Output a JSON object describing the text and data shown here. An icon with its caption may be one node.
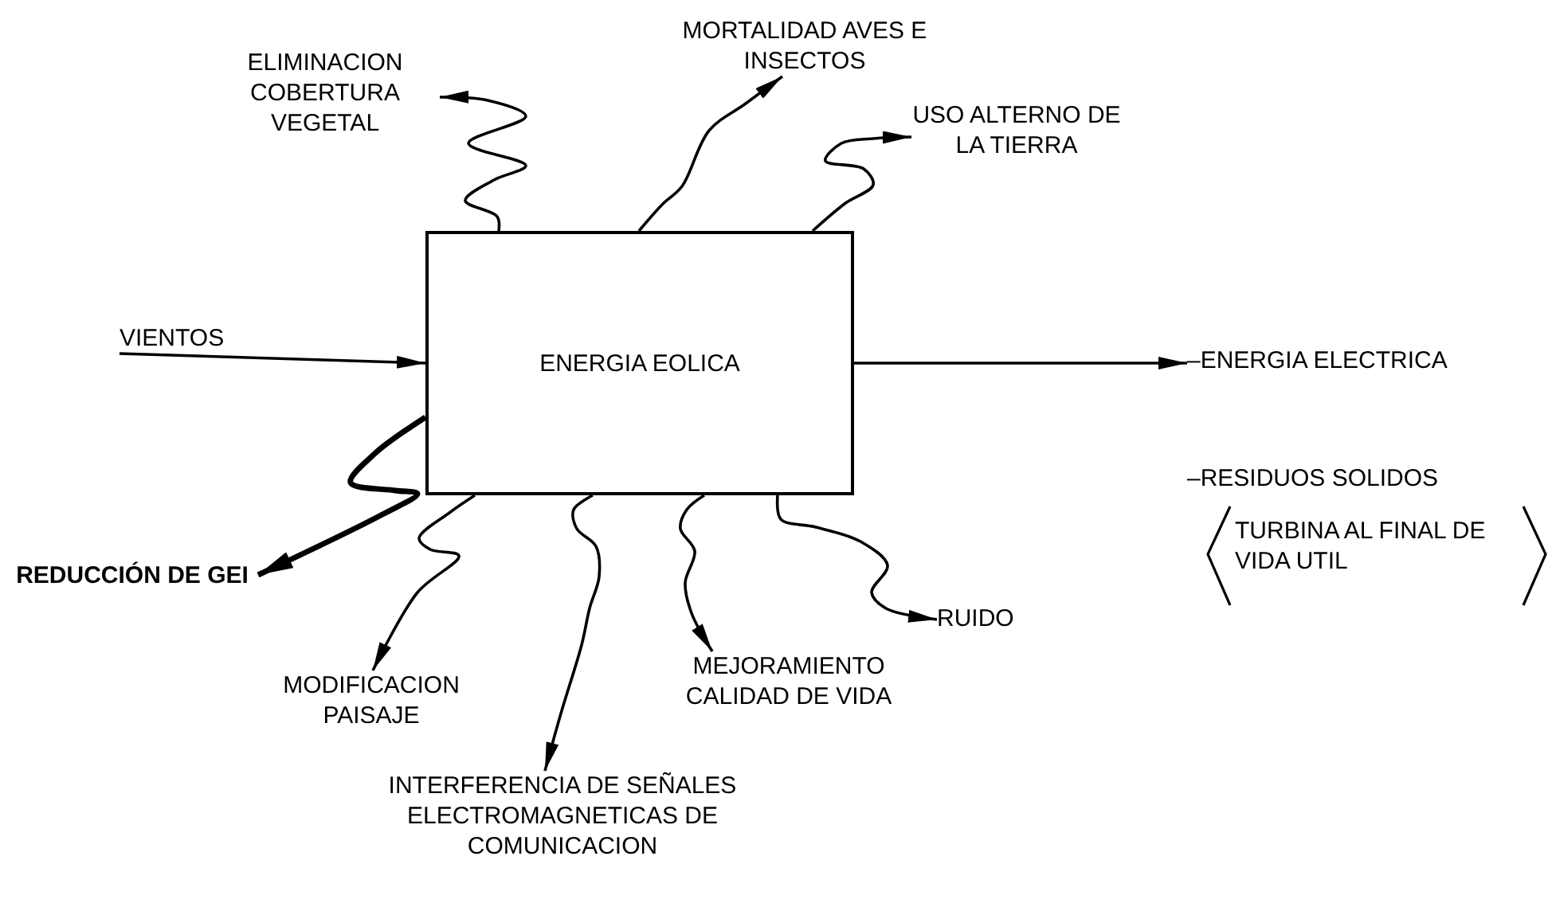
{
  "diagram": {
    "nodes": [
      {
        "text": [
          "MORTALIDAD AVES E INSECTOS"
        ]
      },
      {
        "text": [
          "ELIMINACION COBERTURA VEGETAL"
        ]
      },
      {
        "text": [
          "USO ALTERNO DE LA TIERRA"
        ]
      },
      {
        "text": [
          "ENERGIA EOLICA"
        ]
      },
      {
        "text": [
          "VIENTOS"
        ]
      },
      {
        "text": [
          "–ENERGIA ELECTRICA"
        ]
      },
      {
        "text": [
          "REDUCCIÓN DE GEI"
        ]
      },
      {
        "text": [
          "RUIDO"
        ]
      },
      {
        "text": [
          "MODIFICACION PAISAJE"
        ]
      },
      {
        "text": [
          "MEJORAMIENTO CALIDAD DE VIDA"
        ]
      },
      {
        "text": [
          "INTERFERENCIA DE SEÑALES ELECTROMAGNETICAS DE COMUNICACION"
        ]
      }
    ],
    "edges": [
      {
        "from": 4,
        "to": 3,
        "arrow": "to"
      },
      {
        "from": 3,
        "to": 1,
        "arrow": "to"
      },
      {
        "from": 3,
        "to": 0,
        "arrow": "to"
      },
      {
        "from": 3,
        "to": 2,
        "arrow": "to"
      },
      {
        "from": 3,
        "to": 5,
        "arrow": "to"
      },
      {
        "from": 3,
        "to": 6,
        "arrow": "to",
        "style": "thick"
      },
      {
        "from": 3,
        "to": 8,
        "arrow": "to"
      },
      {
        "from": 3,
        "to": 10,
        "arrow": "to"
      },
      {
        "from": 3,
        "to": 9,
        "arrow": "to"
      },
      {
        "from": 3,
        "to": 7,
        "arrow": "to"
      }
    ],
    "labels": [
      "–RESIDUOS SOLIDOS",
      "TURBINA AL FINAL DE VIDA UTIL"
    ]
  }
}
